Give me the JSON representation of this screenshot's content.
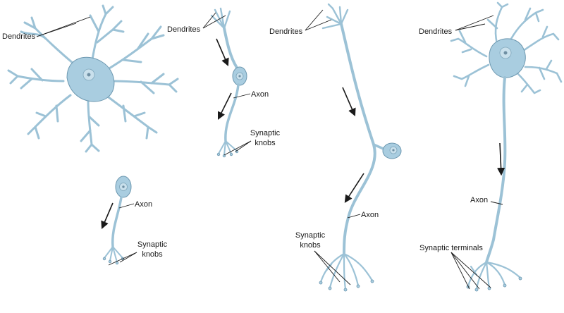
{
  "neurons": [
    {
      "id": "multipolar-star",
      "labels": {
        "dendrites": "Dendrites"
      }
    },
    {
      "id": "bipolar",
      "labels": {
        "dendrites": "Dendrites",
        "axon": "Axon",
        "terminals_line1": "Synaptic",
        "terminals_line2": "knobs"
      }
    },
    {
      "id": "unipolar-small",
      "labels": {
        "axon": "Axon",
        "terminals_line1": "Synaptic",
        "terminals_line2": "knobs"
      }
    },
    {
      "id": "unipolar-long",
      "labels": {
        "dendrites": "Dendrites",
        "axon": "Axon",
        "terminals_line1": "Synaptic",
        "terminals_line2": "knobs"
      }
    },
    {
      "id": "multipolar-motor",
      "labels": {
        "dendrites": "Dendrites",
        "axon": "Axon",
        "terminals": "Synaptic terminals"
      }
    }
  ],
  "colors": {
    "neuron_fill": "#a9cde0",
    "neuron_outline": "#6d98b0",
    "label_text": "#1a1a1a"
  }
}
